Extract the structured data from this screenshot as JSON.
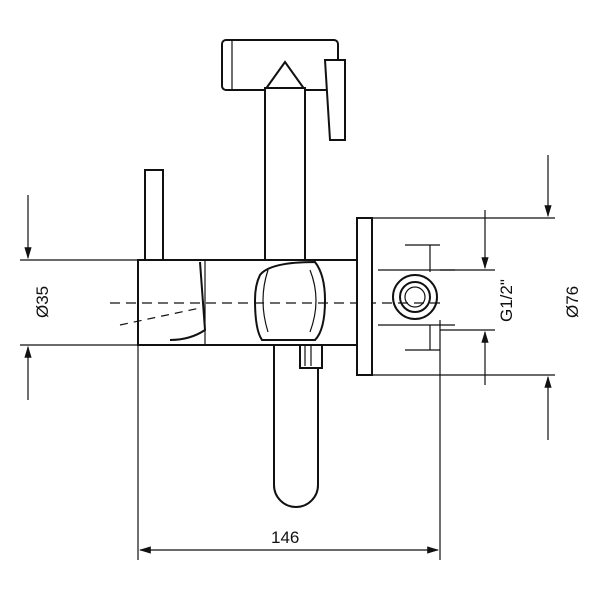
{
  "dimensions": {
    "body_diameter": "Ø35",
    "thread": "G1/2\"",
    "flange_diameter": "Ø76",
    "length": "146"
  },
  "colors": {
    "line": "#111111",
    "background": "#ffffff"
  }
}
